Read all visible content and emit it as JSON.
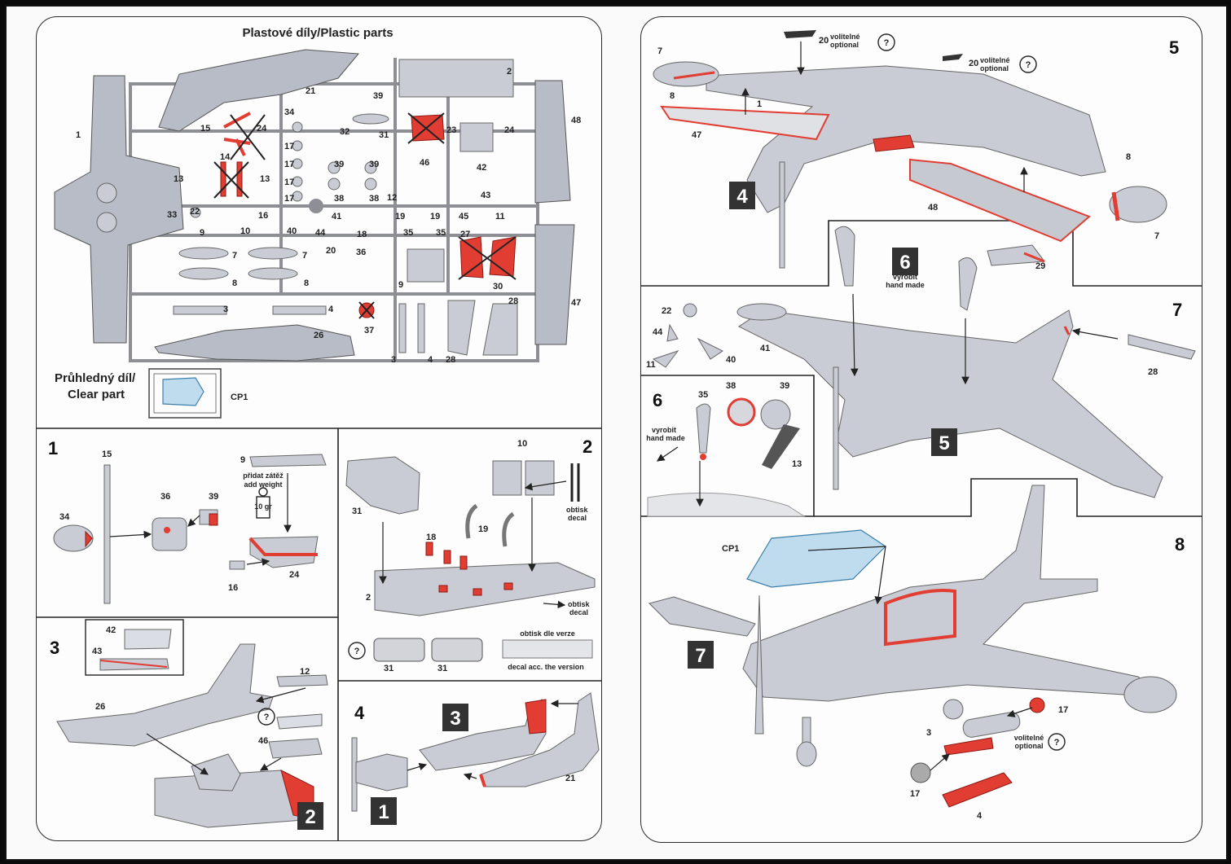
{
  "left_page": {
    "sprue_title": "Plastové díly/Plastic parts",
    "clear_title_cz": "Průhledný díl/",
    "clear_title_en": "Clear part",
    "clear_part_label": "CP1",
    "sprue_labels": {
      "p1": "1",
      "p2": "2",
      "p3a": "3",
      "p3b": "3",
      "p4a": "4",
      "p4b": "4",
      "p7a": "7",
      "p7b": "7",
      "p8a": "8",
      "p8b": "8",
      "p9a": "9",
      "p9b": "9",
      "p10": "10",
      "p11": "11",
      "p12": "12",
      "p13a": "13",
      "p13b": "13",
      "p14": "14",
      "p15": "15",
      "p16": "16",
      "p17a": "17",
      "p17b": "17",
      "p17c": "17",
      "p17d": "17",
      "p18": "18",
      "p19a": "19",
      "p19b": "19",
      "p20": "20",
      "p21": "21",
      "p22": "22",
      "p23": "23",
      "p24a": "24",
      "p24b": "24",
      "p26": "26",
      "p27": "27",
      "p28a": "28",
      "p28b": "28",
      "p30": "30",
      "p31": "31",
      "p32": "32",
      "p33": "33",
      "p34": "34",
      "p35a": "35",
      "p35b": "35",
      "p36": "36",
      "p37": "37",
      "p38a": "38",
      "p38b": "38",
      "p39a": "39",
      "p39b": "39",
      "p39c": "39",
      "p40": "40",
      "p41": "41",
      "p42": "42",
      "p43": "43",
      "p44": "44",
      "p45": "45",
      "p46": "46",
      "p47": "47",
      "p48": "48"
    },
    "step1": {
      "number": "1",
      "labels": {
        "a": "15",
        "b": "34",
        "c": "36",
        "d": "39",
        "e": "9",
        "f": "16",
        "g": "24"
      },
      "note_cz": "přidat zátěž",
      "note_en": "add weight",
      "weight": "10 gr"
    },
    "step2": {
      "number": "2",
      "labels": {
        "a": "10",
        "b": "31",
        "c": "18",
        "d": "19",
        "e": "2",
        "f": "31",
        "g": "31"
      },
      "decal_cz": "obtisk",
      "decal_en": "decal",
      "decal2_cz": "obtisk",
      "decal2_en": "decal",
      "version_cz": "obtisk dle verze",
      "version_en": "decal acc. the version"
    },
    "step3": {
      "number": "3",
      "labels": {
        "a": "42",
        "b": "43",
        "c": "26",
        "d": "12",
        "e": "46"
      },
      "ref_box": "2"
    },
    "step4": {
      "number": "4",
      "labels": {
        "a": "21"
      },
      "ref_box_a": "3",
      "ref_box_b": "1"
    }
  },
  "right_page": {
    "step5": {
      "number": "5",
      "labels": {
        "a": "7",
        "b": "8",
        "c": "1",
        "d": "47",
        "e": "20",
        "f": "20",
        "g": "8",
        "h": "7",
        "i": "48"
      },
      "optional_cz": "volitelné",
      "optional_en": "optional",
      "ref_box": "4"
    },
    "step6": {
      "number": "6",
      "labels": {
        "a": "35",
        "b": "38",
        "c": "39",
        "d": "13"
      },
      "handmade_cz": "vyrobit",
      "handmade_en": "hand made"
    },
    "step7": {
      "number": "7",
      "labels": {
        "a": "22",
        "b": "44",
        "c": "11",
        "d": "40",
        "e": "41",
        "f": "29",
        "g": "28"
      },
      "ref_box_a": "6",
      "ref_box_b": "5",
      "handmade_cz": "vyrobit",
      "handmade_en": "hand made"
    },
    "step8": {
      "number": "8",
      "labels": {
        "a": "CP1",
        "b": "3",
        "c": "17",
        "d": "17",
        "e": "4"
      },
      "ref_box": "7",
      "optional_cz": "volitelné",
      "optional_en": "optional"
    }
  },
  "colors": {
    "glue_red": "#e13d33",
    "plastic_grey": "#b8bcc6",
    "clear_blue": "#bfdcee",
    "ink": "#1a1a1a"
  },
  "icons": [
    "question-circle-icon",
    "weight-icon",
    "cross-out-icon",
    "arrow-icon"
  ]
}
